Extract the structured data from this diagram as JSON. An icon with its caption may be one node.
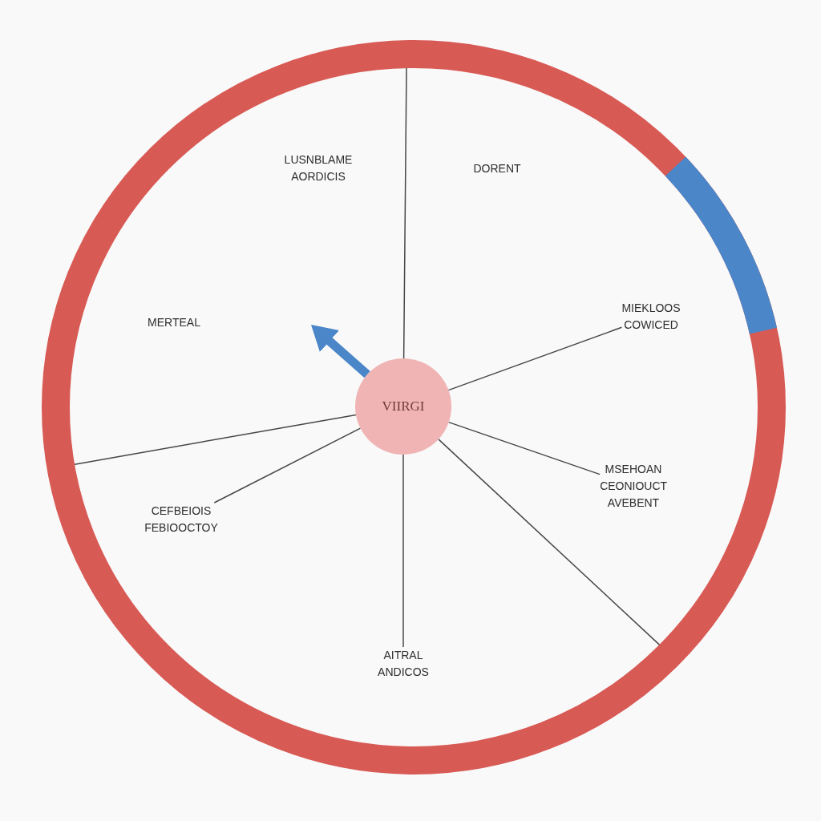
{
  "diagram": {
    "nodes": [
      {
        "text": [],
        "shape": "circle"
      },
      {
        "text": [
          "MIEKLOOS COWICED"
        ],
        "in": 0
      },
      {
        "text": [
          "VIIRGI"
        ],
        "in": 0
      },
      {
        "text": [
          "MSEHOAN CEONIOUCT AVEBENT"
        ],
        "in": 0
      },
      {
        "text": [
          "CEFBEIOIS FEBIOOCTOY"
        ],
        "in": 0
      },
      {
        "text": [
          "AITRAL ANDICOS"
        ],
        "in": 0
      }
    ],
    "edges": [
      {
        "from": 2,
        "to": 0,
        "arrow": "none"
      },
      {
        "from": 2,
        "to": 1,
        "arrow": "none"
      },
      {
        "from": 2,
        "to": 3,
        "arrow": "none"
      },
      {
        "from": 2,
        "to": 0,
        "arrow": "none"
      },
      {
        "from": 2,
        "to": 5,
        "arrow": "none"
      },
      {
        "from": 2,
        "to": 4,
        "arrow": "none"
      },
      {
        "from": 2,
        "to": 0,
        "arrow": "none"
      },
      {
        "from": 2,
        "to": null,
        "arrow": "to",
        "style": "thick",
        "color": "#4a86c8"
      }
    ],
    "labels": [
      "LUSNBLAME AORDICIS",
      "DORENT",
      "MERTEAL"
    ]
  }
}
